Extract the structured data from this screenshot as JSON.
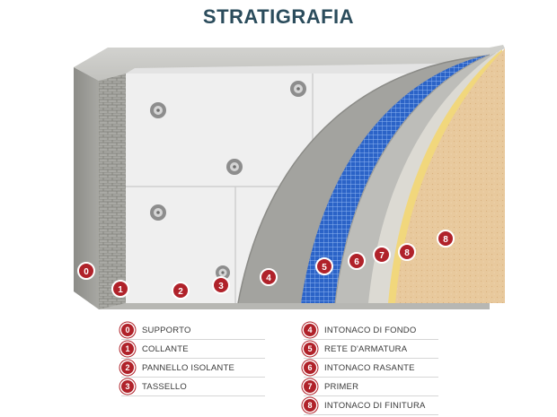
{
  "title": "STRATIGRAFIA",
  "accent_color": "#b0222a",
  "markers": [
    {
      "num": "0"
    },
    {
      "num": "1"
    },
    {
      "num": "2"
    },
    {
      "num": "3"
    },
    {
      "num": "4"
    },
    {
      "num": "5"
    },
    {
      "num": "6"
    },
    {
      "num": "7"
    },
    {
      "num": "8"
    }
  ],
  "legend": [
    {
      "num": "0",
      "label": "SUPPORTO"
    },
    {
      "num": "1",
      "label": "COLLANTE"
    },
    {
      "num": "2",
      "label": "PANNELLO ISOLANTE"
    },
    {
      "num": "3",
      "label": "TASSELLO"
    },
    {
      "num": "4",
      "label": "INTONACO DI FONDO"
    },
    {
      "num": "5",
      "label": "RETE D'ARMATURA"
    },
    {
      "num": "6",
      "label": "INTONACO RASANTE"
    },
    {
      "num": "7",
      "label": "PRIMER"
    },
    {
      "num": "8",
      "label": "INTONACO DI FINITURA"
    }
  ]
}
